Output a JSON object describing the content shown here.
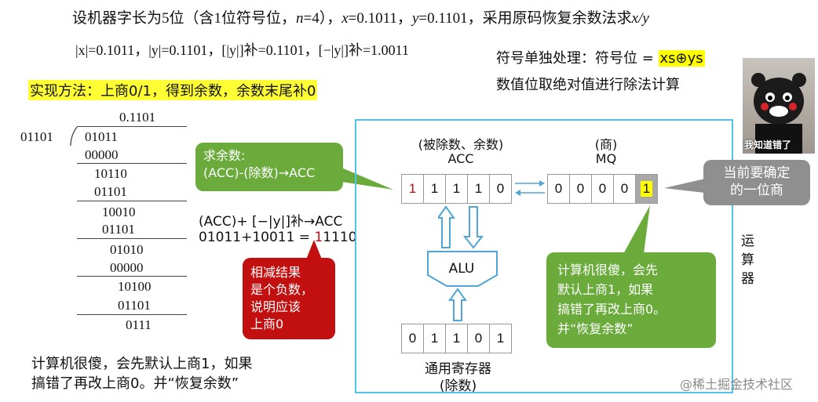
{
  "title": {
    "text_a": "设机器字长为5位（含1位符号位，",
    "n_var": "n",
    "text_b": "=4），",
    "x_var": "x",
    "text_c": "=0.1011，",
    "y_var": "y",
    "text_d": "=0.1101，采用原码恢复余数法求",
    "xy_var": "x/y"
  },
  "line2": {
    "abs_x": "|x|=0.1011，",
    "abs_y": "|y|=0.1101，",
    "y_comp": "[|y|]补=0.1101，",
    "neg_y_comp": "[−|y|]补=1.0011"
  },
  "sign_handling": {
    "label": "符号单独处理：符号位 = ",
    "formula": "xs⊕ys",
    "magnitude": "数值位取绝对值进行除法计算"
  },
  "method": "实现方法：上商0/1，得到余数，余数末尾补0",
  "long_division": {
    "quotient": "0.1101",
    "divisor": "01101",
    "rows": [
      "01011",
      "00000",
      "10110",
      "01101",
      "10010",
      "01101",
      "01010",
      "00000",
      "10100",
      "01101",
      "0111"
    ]
  },
  "green_bubble_1": {
    "line1": "求余数:",
    "line2": "(ACC)-(除数)→ACC"
  },
  "acc_formula": {
    "line1": "(ACC)+ [−|y|]补→ACC",
    "line2_prefix": "01011+10011 = ",
    "line2_red": "1",
    "line2_suffix": "1110"
  },
  "red_bubble": [
    "相减结果",
    "是个负数，",
    "说明应该",
    "上商0"
  ],
  "diagram": {
    "acc_caption_1": "(被除数、余数)",
    "acc_caption_2": "ACC",
    "mq_caption_1": "(商)",
    "mq_caption_2": "MQ",
    "acc_bits": [
      "1",
      "1",
      "1",
      "1",
      "0"
    ],
    "mq_bits": [
      "0",
      "0",
      "0",
      "0",
      "1"
    ],
    "alu_label": "ALU",
    "reg_bits": [
      "0",
      "1",
      "1",
      "0",
      "1"
    ],
    "reg_caption_1": "通用寄存器",
    "reg_caption_2": "(除数)",
    "side_label": [
      "运",
      "算",
      "器"
    ]
  },
  "gray_bubble": [
    "当前要确定",
    "的一位商"
  ],
  "green_bubble_2": [
    "计算机很傻，会先",
    "默认上商1，如果",
    "搞错了再改上商0。",
    "并“恢复余数”"
  ],
  "bottom_note": [
    "计算机很傻，会先默认上商1，如果",
    "搞错了再改上商0。并“恢复余数”"
  ],
  "meme_caption": "我知道错了",
  "watermark": "@稀土掘金技术社区",
  "colors": {
    "frame": "#4fc4e8",
    "green": "#6aab3c",
    "red": "#c20f0f",
    "gray": "#8f8f8f",
    "highlight": "#ffff00",
    "mq_last_bg": "#ffff00",
    "red_text": "#c20f0f"
  }
}
